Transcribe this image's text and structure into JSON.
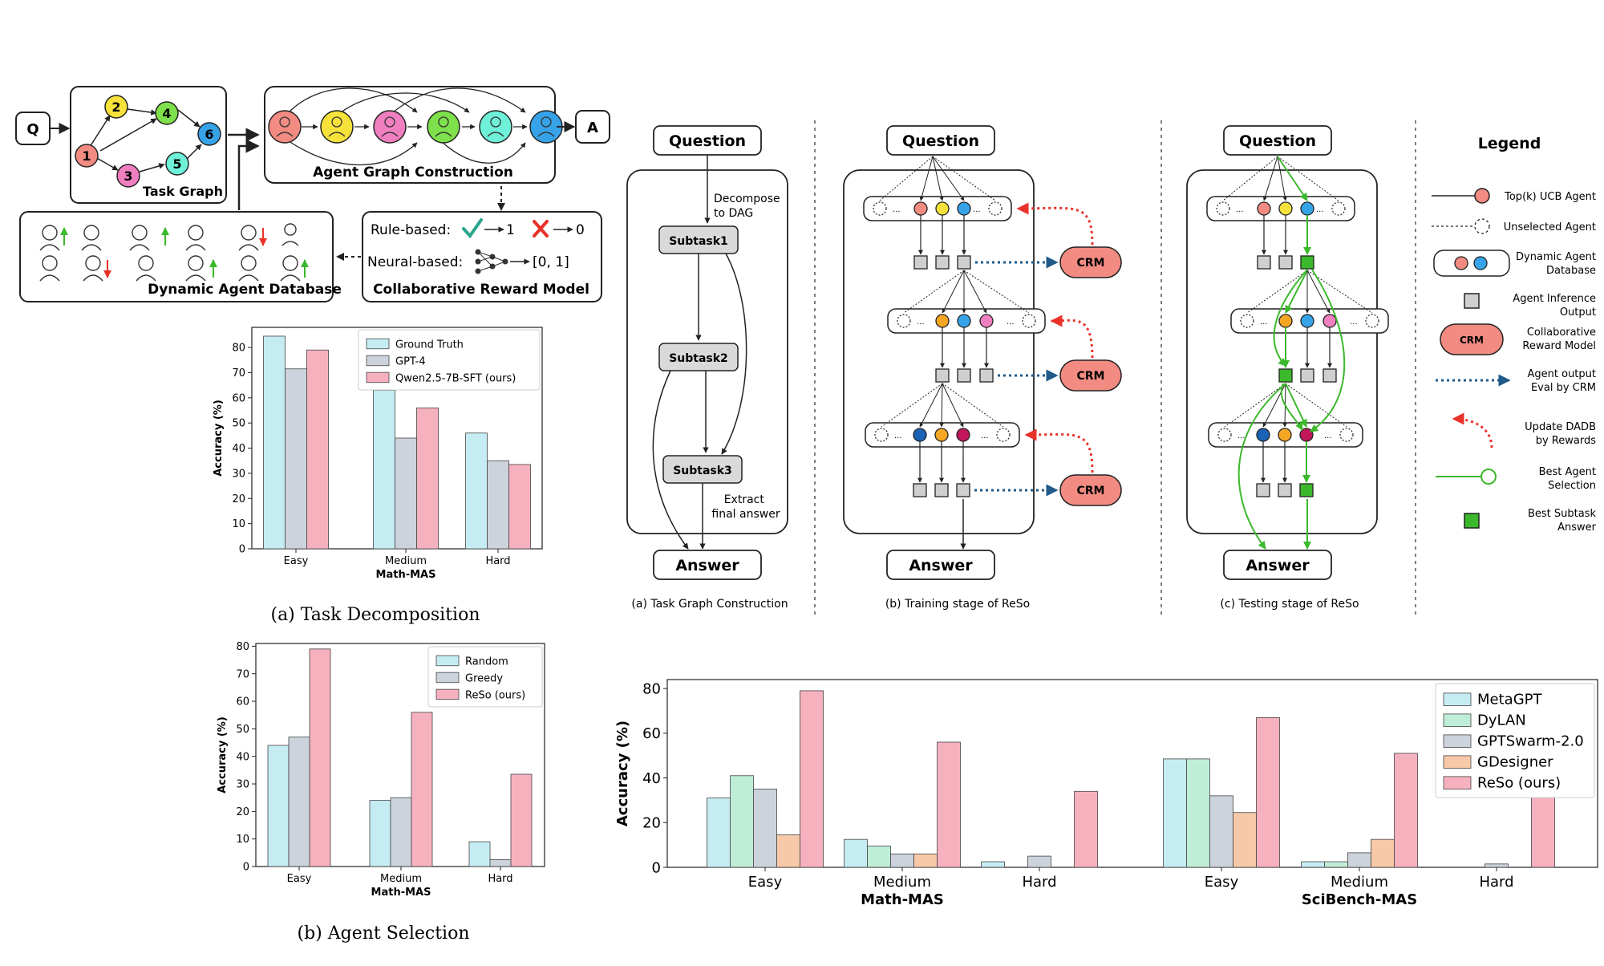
{
  "overview": {
    "q_label": "Q",
    "a_label": "A",
    "task_graph": {
      "title": "Task Graph",
      "nodes": [
        "1",
        "2",
        "3",
        "4",
        "5",
        "6"
      ]
    },
    "agent_graph": {
      "title": "Agent Graph Construction"
    },
    "agent_db": {
      "title": "Dynamic Agent Database"
    },
    "crm": {
      "title": "Collaborative Reward Model",
      "rule_label": "Rule-based:",
      "rule_pos": "1",
      "rule_neg": "0",
      "neural_label": "Neural-based:",
      "neural_range": "[0, 1]"
    }
  },
  "reso_diagram": {
    "question": "Question",
    "answer": "Answer",
    "subtasks": [
      "Subtask1",
      "Subtask2",
      "Subtask3"
    ],
    "decompose_note": [
      "Decompose",
      "to DAG"
    ],
    "extract_note": [
      "Extract",
      "final answer"
    ],
    "crm_label": "CRM",
    "captions": {
      "a": "(a) Task Graph Construction",
      "b": "(b) Training stage of ReSo",
      "c": "(c) Testing stage of ReSo"
    },
    "legend": {
      "title": "Legend",
      "items": [
        [
          "Top(k) UCB Agent"
        ],
        [
          "Unselected Agent"
        ],
        [
          "Dynamic Agent",
          "Database"
        ],
        [
          "Agent Inference",
          "Output"
        ],
        [
          "Collaborative",
          "Reward Model"
        ],
        [
          "Agent output",
          "Eval by CRM"
        ],
        [
          "Update DADB",
          "by Rewards"
        ],
        [
          "Best Agent",
          "Selection"
        ],
        [
          "Best Subtask",
          "Answer"
        ]
      ],
      "crm_chip": "CRM"
    },
    "colors": {
      "salmon": "#f28b82",
      "yellow": "#f7e23b",
      "blue": "#36a3e8",
      "orange": "#f5a623",
      "pink": "#f07fc0",
      "navy": "#1a62b5",
      "magenta": "#c2185b",
      "green": "#3cb82c",
      "dark_blue": "#1f5a8a",
      "red": "#e8322a",
      "gray_box": "#cfcfcf"
    }
  },
  "captions": {
    "fig_a": "(a)  Task Decomposition",
    "fig_b": "(b)  Agent Selection"
  },
  "chart_data": [
    {
      "type": "bar",
      "categories": [
        "Easy",
        "Medium",
        "Hard"
      ],
      "xlabel": "Math-MAS",
      "ylabel": "Accuracy (%)",
      "ylim": [
        0,
        88
      ],
      "yticks": [
        0,
        10,
        20,
        30,
        40,
        50,
        60,
        70,
        80
      ],
      "series": [
        {
          "name": "Ground Truth",
          "color": "#c5ecf3",
          "values": [
            84.5,
            63,
            46
          ]
        },
        {
          "name": "GPT-4",
          "color": "#ccd3dc",
          "values": [
            71.5,
            44,
            35
          ]
        },
        {
          "name": "Qwen2.5-7B-SFT (ours)",
          "color": "#f6b1bf",
          "values": [
            79,
            56,
            33.5
          ]
        }
      ],
      "legend_position": "top-right",
      "grid": false
    },
    {
      "type": "bar",
      "categories": [
        "Easy",
        "Medium",
        "Hard"
      ],
      "xlabel": "Math-MAS",
      "ylabel": "Accuracy (%)",
      "ylim": [
        0,
        81
      ],
      "yticks": [
        0,
        10,
        20,
        30,
        40,
        50,
        60,
        70,
        80
      ],
      "series": [
        {
          "name": "Random",
          "color": "#c5ecf3",
          "values": [
            44,
            24,
            9
          ]
        },
        {
          "name": "Greedy",
          "color": "#ccd3dc",
          "values": [
            47,
            25,
            2.5
          ]
        },
        {
          "name": "ReSo (ours)",
          "color": "#f6b1bf",
          "values": [
            79,
            56,
            33.5
          ]
        }
      ],
      "legend_position": "top-right",
      "grid": false
    },
    {
      "type": "bar",
      "groups": [
        {
          "label": "Math-MAS",
          "categories": [
            "Easy",
            "Medium",
            "Hard"
          ]
        },
        {
          "label": "SciBench-MAS",
          "categories": [
            "Easy",
            "Medium",
            "Hard"
          ]
        }
      ],
      "ylabel": "Accuracy (%)",
      "ylim": [
        0,
        84
      ],
      "yticks": [
        0,
        20,
        40,
        60,
        80
      ],
      "series": [
        {
          "name": "MetaGPT",
          "color": "#c5ecf3",
          "values": [
            31,
            12.5,
            2.5,
            48.5,
            2.5,
            0
          ]
        },
        {
          "name": "DyLAN",
          "color": "#bfeed8",
          "values": [
            41,
            9.5,
            0,
            48.5,
            2.5,
            0
          ]
        },
        {
          "name": "GPTSwarm-2.0",
          "color": "#ccd3dc",
          "values": [
            35,
            6,
            5,
            32,
            6.5,
            1.5
          ]
        },
        {
          "name": "GDesigner",
          "color": "#f8c9a8",
          "values": [
            14.5,
            6,
            0,
            24.5,
            12.5,
            0
          ]
        },
        {
          "name": "ReSo (ours)",
          "color": "#f6b1bf",
          "values": [
            79,
            56,
            34,
            67,
            51,
            33
          ]
        }
      ],
      "legend_position": "top-right",
      "grid": false
    }
  ]
}
